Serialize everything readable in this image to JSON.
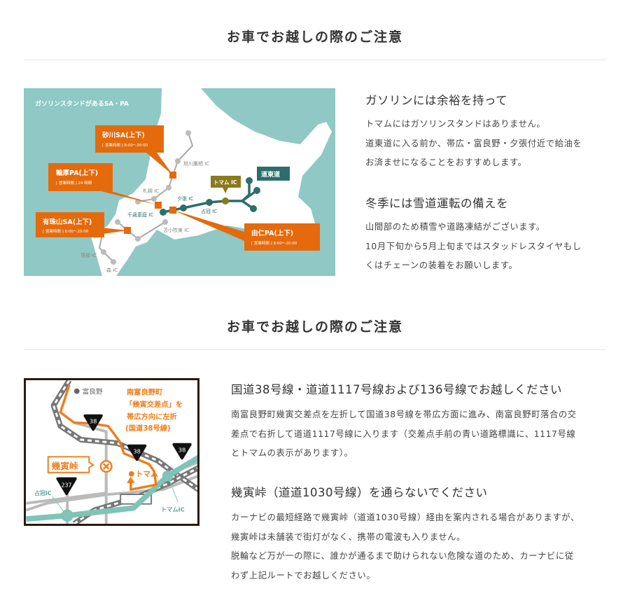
{
  "section1": {
    "title": "お車でお越しの際のご注意",
    "map": {
      "heading": "ガソリンスタンドがあるSA・PA",
      "callouts": [
        {
          "name": "砂川SA(上下)",
          "hours": "[ 営業時間 ] 8:00〜20:00"
        },
        {
          "name": "輪厚PA(上下)",
          "hours": "[ 営業時間 ] 24 時間"
        },
        {
          "name": "有珠山SA(上下)",
          "hours": "[ 営業時間 ] 8:00〜20:00"
        },
        {
          "name": "由仁PA(上下)",
          "hours": "[ 営業時間 ] 8:00〜20:00"
        }
      ],
      "tomamu_ic": "トマム IC",
      "doutoudou": "道東道",
      "ic_labels": {
        "asahikawa": "旭川鷹栖 IC",
        "sapporo": "札幌 IC",
        "chitose": "千歳恵庭 IC",
        "yubari": "夕張 IC",
        "shimukappu": "占冠 IC",
        "tomakomai": "苫小牧東 IC",
        "otoshibe": "落部 IC",
        "mori": "森 IC"
      },
      "colors": {
        "sea": "#8fc8c4",
        "orange": "#e56a0c",
        "teal": "#2d6e6a",
        "olive": "#8a7a1e"
      }
    },
    "blocks": [
      {
        "heading": "ガソリンには余裕を持って",
        "lines": [
          "トマムにはガソリンスタンドはありません。",
          "道東道に入る前か、帯広・富良野・夕張付近で給油を",
          "お済ませになることをおすすめします。"
        ]
      },
      {
        "heading": "冬季には雪道運転の備えを",
        "lines": [
          "山間部のため積雪や道路凍結がございます。",
          "10月下旬から5月上旬まではスタッドレスタイヤもし",
          "くはチェーンの装着をお願いします。"
        ]
      }
    ]
  },
  "section2": {
    "title": "お車でお越しの際のご注意",
    "map": {
      "furano": "富良野",
      "instruction": [
        "南富良野町",
        "「幾寅交差点」を",
        "帯広方向に左折",
        "(国道38号線)"
      ],
      "ikutora": "幾寅峠",
      "tomamu": "トマム",
      "tomamu_ic": "トマムIC",
      "shimukappu_ic": "占冠IC",
      "routes": [
        "38",
        "38",
        "38",
        "237"
      ]
    },
    "blocks": [
      {
        "heading": "国道38号線・道道1117号線および136号線でお越しください",
        "lines": [
          "南富良野町幾寅交差点を左折して国道38号線を帯広方面に進み、南富良野町落合の交",
          "差点で右折して道道1117号線に入ります（交差点手前の青い道路標識に、1117号線",
          "とトマムの表示があります）。"
        ]
      },
      {
        "heading": "幾寅峠（道道1030号線）を通らないでください",
        "lines": [
          "カーナビの最短経路で幾寅峠（道道1030号線）経由を案内される場合がありますが、",
          "幾寅峠は未舗装で街灯がなく、携帯の電波も入りません。",
          "脱輪など万が一の際に、誰かが通るまで助けられない危険な道のため、カーナビに従",
          "わず上記ルートでお越しください。"
        ]
      }
    ]
  }
}
